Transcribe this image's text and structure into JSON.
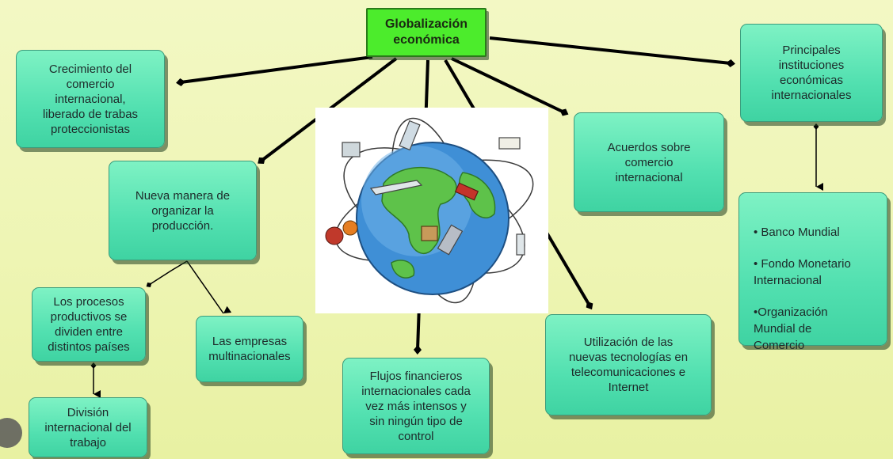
{
  "diagram": {
    "root": "Globalización\neconómica",
    "nodes": {
      "crecimiento": "Crecimiento del\ncomercio\ninternacional,\nliberado de trabas\nproteccionistas",
      "nueva_manera": "Nueva manera de\norganizar la\nproducción.",
      "procesos": "Los procesos\nproductivos se\ndividen entre\ndistintos países",
      "division": "División\ninternacional del\ntrabajo",
      "empresas": "Las empresas\nmultinacionales",
      "flujos": "Flujos financieros\ninternacionales cada\nvez más intensos y\nsin ningún tipo de\ncontrol",
      "acuerdos": "Acuerdos sobre\ncomercio\ninternacional",
      "utilizacion": "Utilización de las\nnuevas tecnologías en\ntelecomunicaciones e\nInternet",
      "principales": "Principales\ninstituciones\neconómicas\ninternacionales",
      "instituciones": [
        "• Banco Mundial",
        "• Fondo Monetario\n      Internacional",
        "•Organización\n      Mundial de\n      Comercio"
      ]
    }
  },
  "colors": {
    "background": "#eef5b4",
    "node_fill": "#52e0b0",
    "root_fill": "#4cec2c",
    "connector": "#000000"
  },
  "globe": {
    "description_icon": "globe-illustration"
  }
}
